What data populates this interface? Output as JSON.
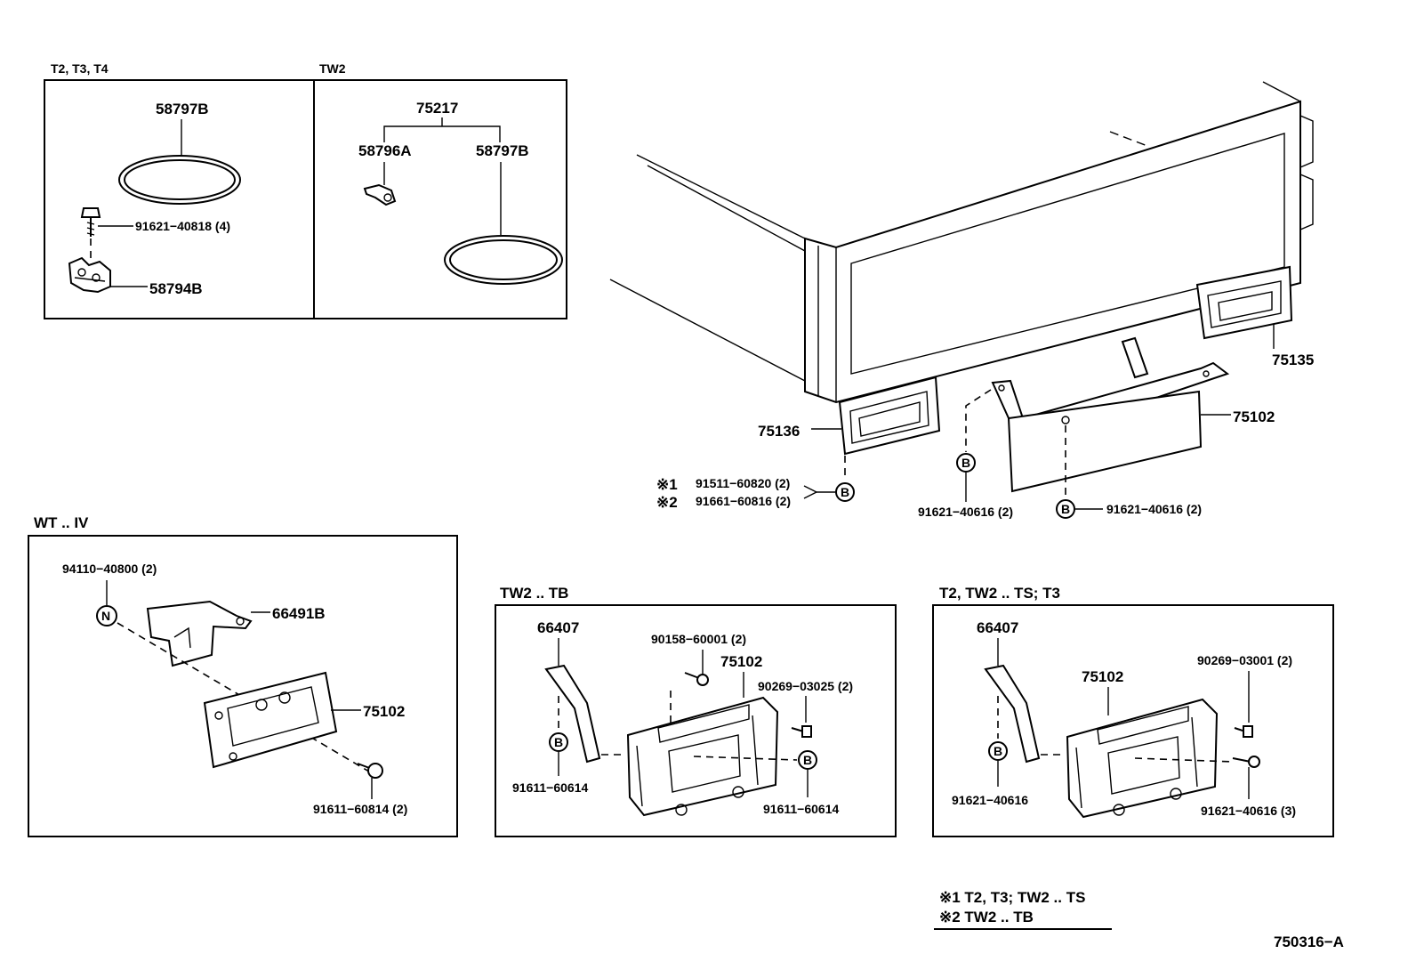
{
  "panels": {
    "t2t3t4": {
      "title": "T2, T3, T4",
      "labels": {
        "ring": "58797B",
        "bolt": "91621−40818 (4)",
        "bracket": "58794B"
      }
    },
    "tw2": {
      "title": "TW2",
      "labels": {
        "assembly": "75217",
        "clip": "58796A",
        "ring": "58797B"
      }
    },
    "wt_iv": {
      "title": "WT .. IV",
      "labels": {
        "nut": "94110−40800 (2)",
        "nut_mark": "N",
        "bracket": "66491B",
        "plate": "75102",
        "screw": "91611−60814 (2)"
      }
    },
    "tw2_tb": {
      "title": "TW2 .. TB",
      "labels": {
        "stay": "66407",
        "screw_a": "90158−60001 (2)",
        "plate": "75102",
        "screw_b": "90269−03025 (2)",
        "bolt_left": "91611−60614",
        "bolt_right": "91611−60614",
        "mark_b": "B"
      }
    },
    "t2_tw2_ts_t3": {
      "title": "T2, TW2 .. TS; T3",
      "labels": {
        "stay": "66407",
        "plate": "75102",
        "screw_a": "90269−03001 (2)",
        "bolt_left": "91621−40616",
        "bolt_right": "91621−40616 (3)",
        "mark_b": "B"
      }
    }
  },
  "main": {
    "labels": {
      "lamp_right": "75135",
      "lamp_left": "75136",
      "plate": "75102",
      "note1_mark": "※1",
      "note1_part": "91511−60820 (2)",
      "note2_mark": "※2",
      "note2_part": "91661−60816 (2)",
      "bolt_left": "91621−40616 (2)",
      "bolt_right": "91621−40616 (2)",
      "mark_b": "B"
    }
  },
  "legend": {
    "note1": "※1  T2, T3; TW2 .. TS",
    "note2": "※2  TW2 .. TB"
  },
  "footer": {
    "diagram_code": "750316−A"
  }
}
